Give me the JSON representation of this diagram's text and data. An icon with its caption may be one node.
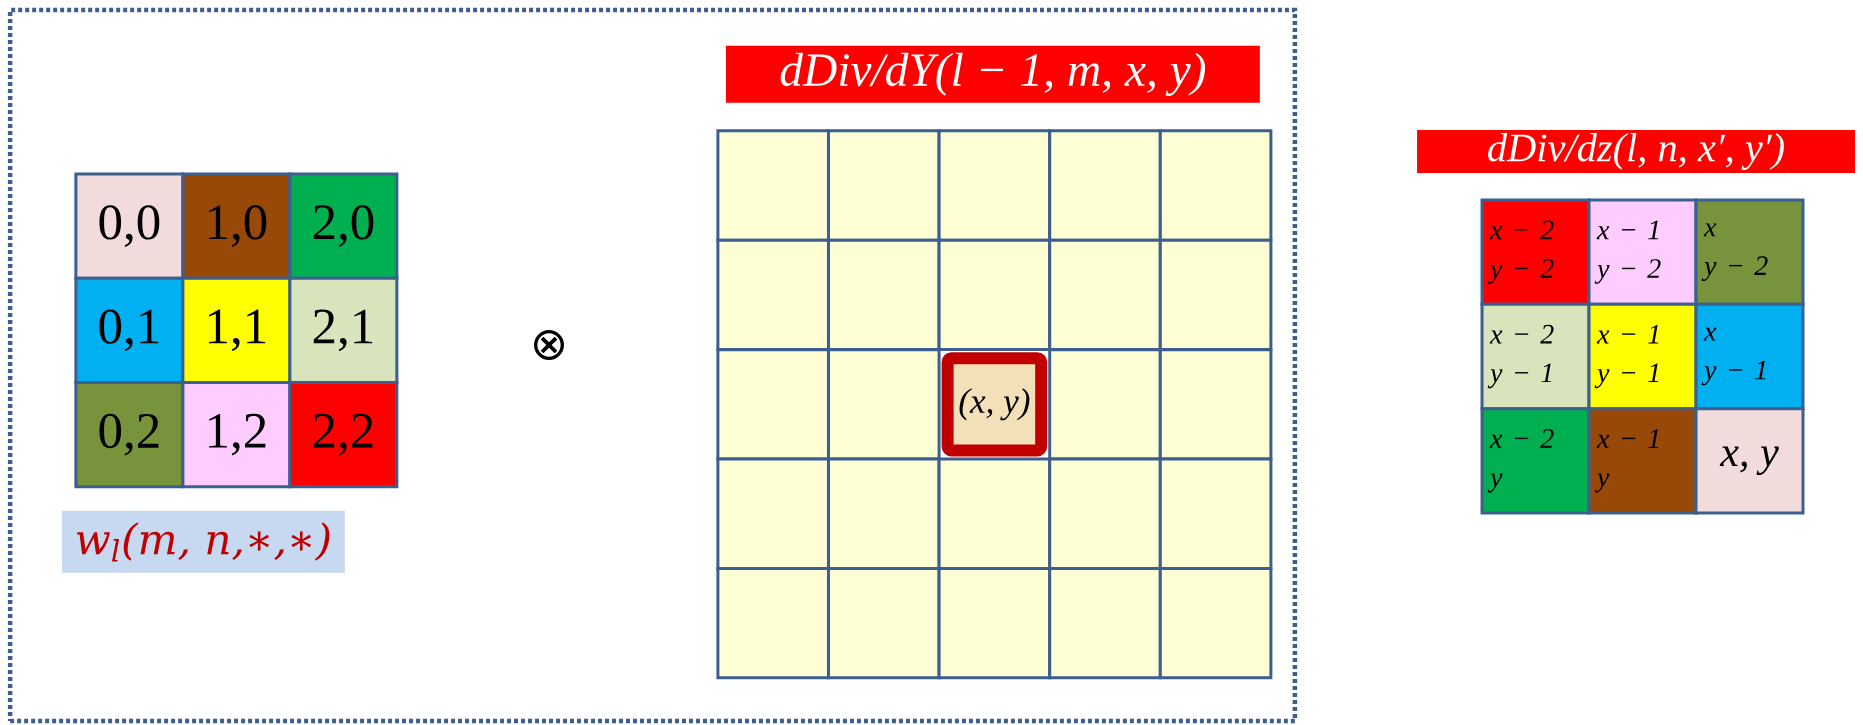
{
  "diagram": {
    "nodes": [
      {
        "text": [],
        "shape": "box"
      },
      {
        "text": [
          "0,0"
        ],
        "in": 0
      },
      {
        "text": [
          "1,0"
        ],
        "in": 0
      },
      {
        "text": [
          "2,0"
        ],
        "in": 0
      },
      {
        "text": [
          "0,1"
        ],
        "in": 0
      },
      {
        "text": [
          "1,1"
        ],
        "in": 0
      },
      {
        "text": [
          "2,1"
        ],
        "in": 0
      },
      {
        "text": [
          "0,2"
        ],
        "in": 0
      },
      {
        "text": [
          "1,2"
        ],
        "in": 0
      },
      {
        "text": [
          "2,2"
        ],
        "in": 0
      },
      {
        "text": [
          "w$_{l}$(m, n,∗,∗)"
        ],
        "in": 0
      },
      {
        "text": [
          "dDiv/dY(l − 1, m, x, y)"
        ],
        "in": 0
      },
      {
        "text": [],
        "shape": "box",
        "in": 0
      },
      {
        "text": [],
        "shape": "box",
        "in": 0
      },
      {
        "text": [],
        "shape": "box",
        "in": 0
      },
      {
        "text": [],
        "shape": "box",
        "in": 0
      },
      {
        "text": [],
        "shape": "box",
        "in": 0
      },
      {
        "text": [],
        "shape": "box",
        "in": 0
      },
      {
        "text": [],
        "shape": "box",
        "in": 0
      },
      {
        "text": [],
        "shape": "box",
        "in": 0
      },
      {
        "text": [],
        "shape": "box",
        "in": 0
      },
      {
        "text": [],
        "shape": "box",
        "in": 0
      },
      {
        "text": [],
        "shape": "box",
        "in": 0
      },
      {
        "text": [],
        "shape": "box",
        "in": 0
      },
      {
        "text": [
          "(x, y)"
        ],
        "in": 0
      },
      {
        "text": [],
        "shape": "box",
        "in": 0
      },
      {
        "text": [],
        "shape": "box",
        "in": 0
      },
      {
        "text": [],
        "shape": "box",
        "in": 0
      },
      {
        "text": [],
        "shape": "box",
        "in": 0
      },
      {
        "text": [],
        "shape": "box",
        "in": 0
      },
      {
        "text": [],
        "shape": "box",
        "in": 0
      },
      {
        "text": [],
        "shape": "box",
        "in": 0
      },
      {
        "text": [],
        "shape": "box",
        "in": 0
      },
      {
        "text": [],
        "shape": "box",
        "in": 0
      },
      {
        "text": [],
        "shape": "box",
        "in": 0
      },
      {
        "text": [],
        "shape": "box",
        "in": 0
      },
      {
        "text": [],
        "shape": "box",
        "in": 0
      },
      {
        "text": [
          "dDiv/dz(l, n, x′, y′)"
        ]
      },
      {
        "text": [
          "x − 2",
          "y − 2"
        ]
      },
      {
        "text": [
          "x − 1",
          "y − 2"
        ]
      },
      {
        "text": [
          "x",
          "y − 2"
        ]
      },
      {
        "text": [
          "x − 2",
          "y − 1"
        ]
      },
      {
        "text": [
          "x − 1",
          "y − 1"
        ]
      },
      {
        "text": [
          "x",
          "y − 1"
        ]
      },
      {
        "text": [
          "x − 2",
          "y"
        ]
      },
      {
        "text": [
          "x − 1",
          "y"
        ]
      },
      {
        "text": [
          "x, y"
        ]
      }
    ],
    "labels": [
      "⊗"
    ]
  }
}
